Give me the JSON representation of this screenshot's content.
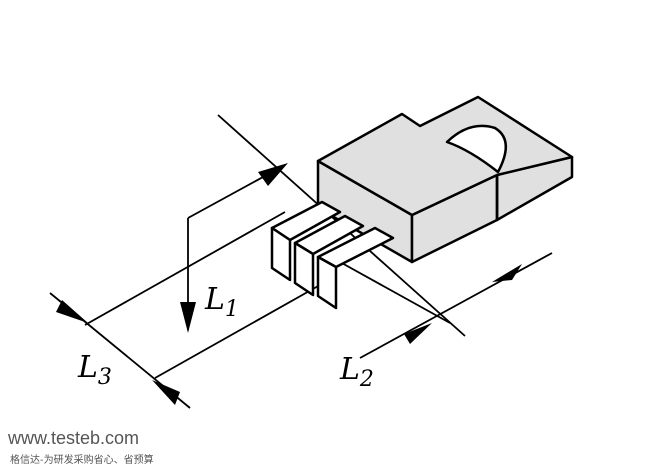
{
  "labels": {
    "l1": "L",
    "l1_sub": "1",
    "l2": "L",
    "l2_sub": "2",
    "l3": "L",
    "l3_sub": "3"
  },
  "watermark": {
    "url": "www.testeb.com",
    "tagline": "格信达-为研发采购省心、省预算"
  },
  "colors": {
    "body_fill": "#e0e0e0",
    "line": "#000000"
  }
}
